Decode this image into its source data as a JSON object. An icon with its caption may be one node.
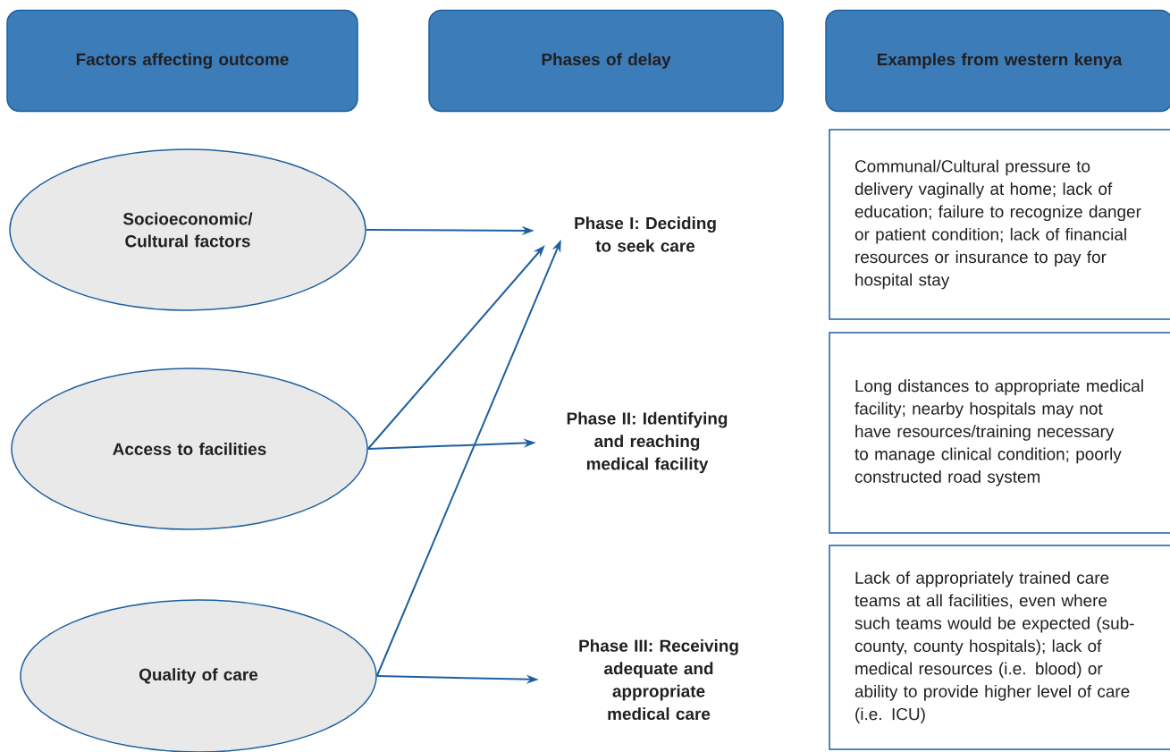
{
  "diagram": {
    "nodes": [
      {
        "text": [
          "Factors affecting outcome"
        ]
      },
      {
        "text": [
          "Phases of delay"
        ]
      },
      {
        "text": [
          "Examples from western kenya"
        ]
      },
      {
        "text": [
          "Socioeconomic/ Cultural factors"
        ]
      },
      {
        "text": [
          "Access to facilities"
        ]
      },
      {
        "text": [
          "Quality of care"
        ]
      },
      {
        "text": [
          "Phase I: Deciding to seek care"
        ]
      },
      {
        "text": [
          "Phase II: Identifying and reaching medical facility"
        ]
      },
      {
        "text": [
          "Phase III: Receiving adequate and appropriate medical care"
        ]
      },
      {
        "text": [
          "Communal/Cultural pressure to delivery vaginally at home; lack of education; failure to recognize danger or patient condition; lack of financial resources or insurance to pay for hospital stay"
        ]
      },
      {
        "text": [
          "Long distances to appropriate medical facility; nearby hospitals may not have resources/training necessary to manage clinical condition; poorly constructed road system"
        ]
      },
      {
        "text": [
          "Lack of appropriately trained care teams at all facilities, even where such teams would be expected (sub-county, county hospitals); lack of medical resources (i.e. blood) or ability to provide higher level of care (i.e. ICU)"
        ]
      }
    ],
    "edges": [
      {
        "from": 3,
        "to": 6,
        "arrow": "to"
      },
      {
        "from": 4,
        "to": 6,
        "arrow": "to"
      },
      {
        "from": 5,
        "to": 6,
        "arrow": "to"
      },
      {
        "from": 4,
        "to": 7,
        "arrow": "to"
      },
      {
        "from": 5,
        "to": 8,
        "arrow": "to"
      }
    ]
  }
}
